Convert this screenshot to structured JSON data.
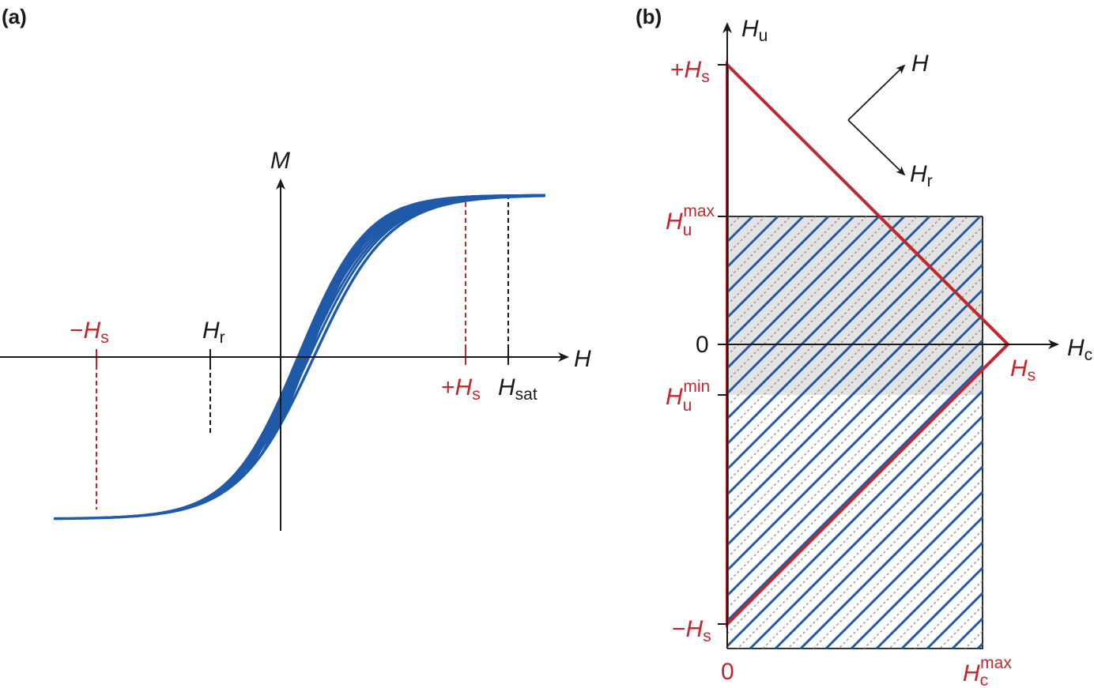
{
  "panel_a": {
    "label": "(a)",
    "x_axis": "H",
    "y_axis": "M",
    "neg_hs": {
      "prefix": "−",
      "sym": "H",
      "sub": "s"
    },
    "pos_hs": {
      "prefix": "+",
      "sym": "H",
      "sub": "s"
    },
    "hr": {
      "sym": "H",
      "sub": "r"
    },
    "hsat": {
      "sym": "H",
      "sub": "sat"
    }
  },
  "panel_b": {
    "label": "(b)",
    "y_axis": {
      "sym": "H",
      "sub": "u"
    },
    "x_axis": {
      "sym": "H",
      "sub": "c"
    },
    "pos_hs": {
      "prefix": "+",
      "sym": "H",
      "sub": "s"
    },
    "neg_hs": {
      "prefix": "−",
      "sym": "H",
      "sub": "s"
    },
    "hs": {
      "sym": "H",
      "sub": "s"
    },
    "hu_max": {
      "sym": "H",
      "sub": "u",
      "sup": "max"
    },
    "hu_min": {
      "sym": "H",
      "sub": "u",
      "sup": "min"
    },
    "hc_max": {
      "sym": "H",
      "sub": "c",
      "sup": "max"
    },
    "zero_y": "0",
    "zero_x": "0",
    "dir_h": "H",
    "dir_hr": {
      "sym": "H",
      "sub": "r"
    }
  },
  "colors": {
    "blue": "#1f5aa8",
    "red": "#c1272d",
    "ink": "#1a1a1a",
    "shade": "#e3e3e3",
    "dots": "#8a8a8a"
  }
}
